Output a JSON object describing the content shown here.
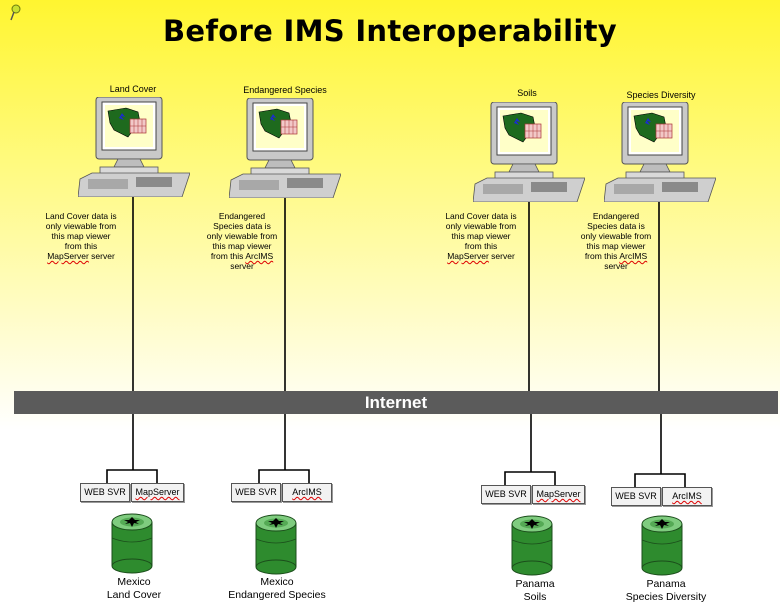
{
  "slide": {
    "title": "Before IMS Interoperability",
    "network_label": "Internet"
  },
  "clients": [
    {
      "label": "Land Cover",
      "note_lines": [
        "Land Cover data is",
        "only viewable from",
        "this map viewer",
        "from this"
      ],
      "note_server": "MapServer",
      "note_suffix": " server"
    },
    {
      "label": "Endangered Species",
      "note_lines": [
        "Endangered",
        "Species data is",
        "only viewable from",
        "this map viewer",
        "from this"
      ],
      "note_server": "ArcIMS",
      "note_suffix": "",
      "note_last": "server"
    },
    {
      "label": "Soils",
      "note_lines": [
        "Land Cover data is",
        "only viewable from",
        "this map viewer",
        "from this"
      ],
      "note_server": "MapServer",
      "note_suffix": " server"
    },
    {
      "label": "Species Diversity",
      "note_lines": [
        "Endangered",
        "Species data is",
        "only viewable from",
        "this map viewer",
        "from this"
      ],
      "note_server": "ArcIMS",
      "note_suffix": "",
      "note_last": "server"
    }
  ],
  "servers": [
    {
      "web": "WEB SVR",
      "ims": "MapServer",
      "location": "Mexico",
      "dataset": "Land Cover"
    },
    {
      "web": "WEB SVR",
      "ims": "ArcIMS",
      "location": "Mexico",
      "dataset": "Endangered Species"
    },
    {
      "web": "WEB SVR",
      "ims": "MapServer",
      "location": "Panama",
      "dataset": "Soils"
    },
    {
      "web": "WEB SVR",
      "ims": "ArcIMS",
      "location": "Panama",
      "dataset": "Species Diversity"
    }
  ],
  "icons": [
    "pushpin-icon",
    "computer-workstation-icon",
    "database-cylinder-icon"
  ],
  "colors": {
    "background_top": "#fff530",
    "network_bar": "#5b5b5b",
    "database": "#2e8b2e"
  }
}
